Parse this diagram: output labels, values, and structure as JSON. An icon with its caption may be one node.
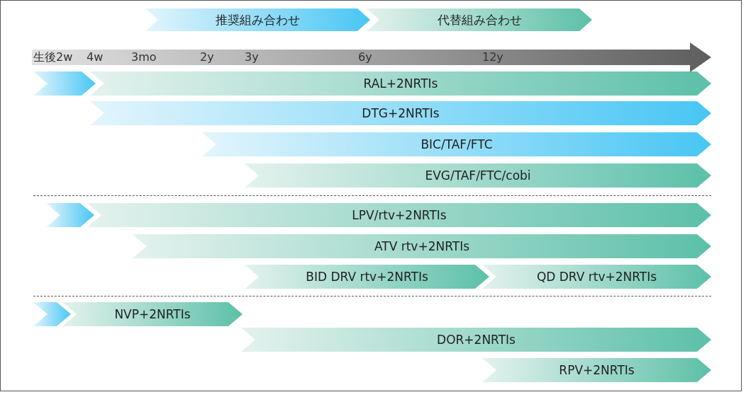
{
  "diagram": {
    "nodes": [
      {
        "text": [],
        "shape": "chevron"
      },
      {
        "text": [
          "RAL+2NRTIs"
        ]
      },
      {
        "text": [
          "DTG+2NRTIs"
        ]
      },
      {
        "text": [
          "BIC/TAF/FTC"
        ]
      },
      {
        "text": [
          "EVG/TAF/FTC/cobi"
        ]
      },
      {
        "text": [],
        "shape": "chevron"
      },
      {
        "text": [
          "LPV/rtv+2NRTIs"
        ]
      },
      {
        "text": [
          "ATV rtv+2NRTIs"
        ]
      },
      {
        "text": [
          "BID DRV rtv+2NRTIs"
        ]
      },
      {
        "text": [
          "QD DRV rtv+2NRTIs"
        ]
      },
      {
        "text": [],
        "shape": "chevron"
      },
      {
        "text": [
          "NVP+2NRTIs"
        ]
      },
      {
        "text": [
          "DOR+2NRTIs"
        ]
      },
      {
        "text": [
          "RPV+2NRTIs"
        ]
      }
    ],
    "edges": [],
    "labels": [
      "生後2w",
      "4w",
      "3mo",
      "2y",
      "3y",
      "6y",
      "12y"
    ],
    "legend": [
      {
        "text": "推奨組み合わせ",
        "color": "#48c6f4"
      },
      {
        "text": "代替組み合わせ",
        "color": "#5cc0a8"
      }
    ]
  }
}
